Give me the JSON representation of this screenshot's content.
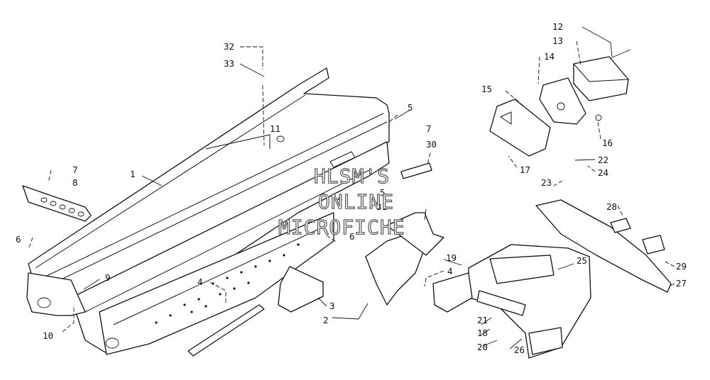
{
  "watermark": {
    "line1": "HLSM'S",
    "line2": "ONLINE",
    "line3": "MICROFICHE"
  },
  "callouts": {
    "c1": "1",
    "c2": "2",
    "c3": "3",
    "c4a": "4",
    "c4b": "4",
    "c4c": "4",
    "c5a": "5",
    "c5b": "5",
    "c6a": "6",
    "c6b": "6",
    "c7a": "7",
    "c7b": "7",
    "c8": "8",
    "c9": "9",
    "c10": "10",
    "c11": "11",
    "c12": "12",
    "c13": "13",
    "c14": "14",
    "c15": "15",
    "c16": "16",
    "c17": "17",
    "c18": "18",
    "c19": "19",
    "c20": "20",
    "c21": "21",
    "c22": "22",
    "c23": "23",
    "c24": "24",
    "c25": "25",
    "c26": "26",
    "c27": "27",
    "c28": "28",
    "c29": "29",
    "c30": "30",
    "c31": "31",
    "c32": "32",
    "c33": "33"
  }
}
